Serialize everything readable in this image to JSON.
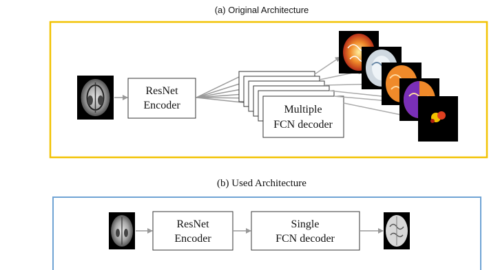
{
  "section_a": {
    "title": "(a) Original Architecture",
    "frame_color": "#f2c200",
    "encoder_line1": "ResNet",
    "encoder_line2": "Encoder",
    "decoder_line1": "Multiple",
    "decoder_line2": "FCN decoder"
  },
  "section_b": {
    "title": "(b) Used Architecture",
    "frame_color": "#6fa3d4",
    "encoder_line1": "ResNet",
    "encoder_line2": "Encoder",
    "decoder_line1": "Single",
    "decoder_line2": "FCN decoder"
  },
  "colors": {
    "arrow": "#999999",
    "box_border": "#333333",
    "image_background": "#000000"
  },
  "icons": {
    "brain_scan": "brain-mri-icon",
    "segmentation": "segmentation-map-icon"
  }
}
